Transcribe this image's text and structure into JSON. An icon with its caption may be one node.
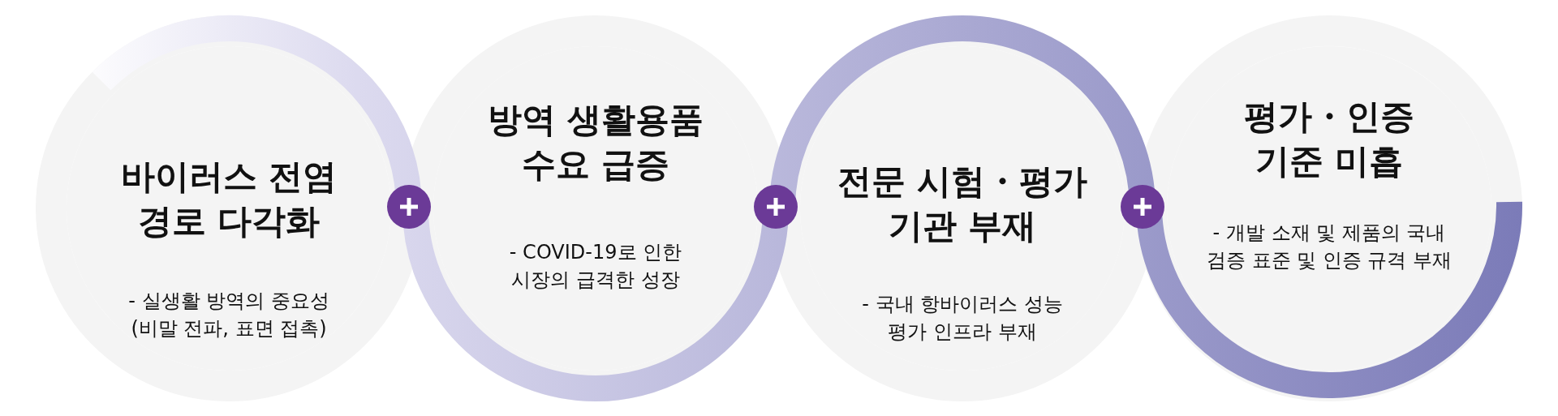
{
  "diagram": {
    "nodes": [
      {
        "text": [
          "바이러스 전염 경로 다각화",
          "- 실생활 방역의 중요성 (비말 전파, 표면 접촉)"
        ]
      },
      {
        "text": [
          "방역 생활용품 수요 급증",
          "- COVID-19로 인한 시장의 급격한 성장"
        ]
      },
      {
        "text": [
          "전문 시험・평가 기관 부재",
          "- 국내 항바이러스 성능 평가 인프라 부재"
        ]
      },
      {
        "text": [
          "평가・인증 기준 미흡",
          "- 개발 소재 및 제품의 국내 검증 표준 및 인증 규격 부재"
        ]
      }
    ]
  }
}
